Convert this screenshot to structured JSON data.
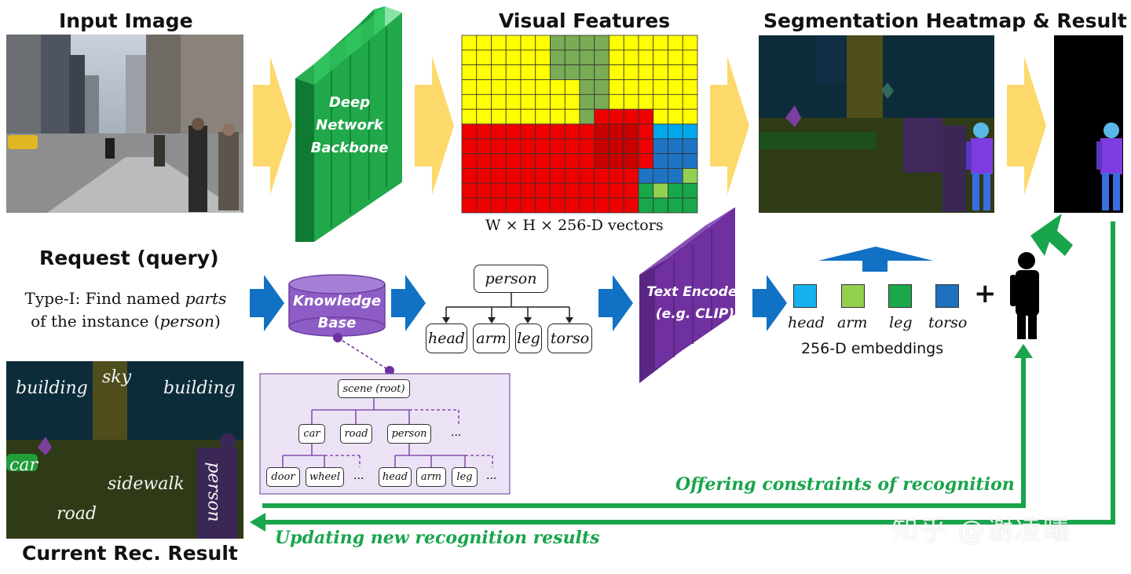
{
  "titles": {
    "input_image": "Input Image",
    "visual_features": "Visual Features",
    "segmentation": "Segmentation Heatmap & Result",
    "request": "Request (query)",
    "current_result": "Current Rec. Result"
  },
  "backbone_label": [
    "Deep",
    "Network",
    "Backbone"
  ],
  "feature_caption": "W × H × 256-D vectors",
  "query": {
    "line1_prefix": "Type-I: Find named ",
    "line1_italic": "parts",
    "line2_prefix": "of the instance (",
    "line2_italic": "person",
    "line2_suffix": ")"
  },
  "knowledge_base": [
    "Knowledge",
    "Base"
  ],
  "text_encoder": [
    "Text Encoder",
    "(e.g. CLIP)"
  ],
  "part_tree": {
    "root": "person",
    "children": [
      "head",
      "arm",
      "leg",
      "torso"
    ]
  },
  "embeddings": {
    "labels": [
      "head",
      "arm",
      "leg",
      "torso"
    ],
    "colors": [
      "#16b0ee",
      "#92d050",
      "#1ba84a",
      "#1f6fbf"
    ],
    "caption": "256-D embeddings",
    "plus": "+"
  },
  "kb_tree": {
    "root": "scene (root)",
    "level1": [
      "car",
      "road",
      "person",
      "..."
    ],
    "car_children": [
      "door",
      "wheel",
      "..."
    ],
    "person_children": [
      "head",
      "arm",
      "leg",
      "..."
    ]
  },
  "current_result_labels": [
    "building",
    "sky",
    "building",
    "car",
    "sidewalk",
    "road",
    "person"
  ],
  "feedback": {
    "offering": "Offering constraints of recognition",
    "updating": "Updating new recognition results"
  },
  "watermark": "知乎 @谢凌曦",
  "colors": {
    "arrow_yellow": "#fdd96c",
    "arrow_blue": "#1171c4",
    "backbone_green": "#1aa245",
    "encoder_purple": "#7030a0",
    "kb_purple": "#8e5cc5",
    "feedback_green": "#19a54c"
  }
}
